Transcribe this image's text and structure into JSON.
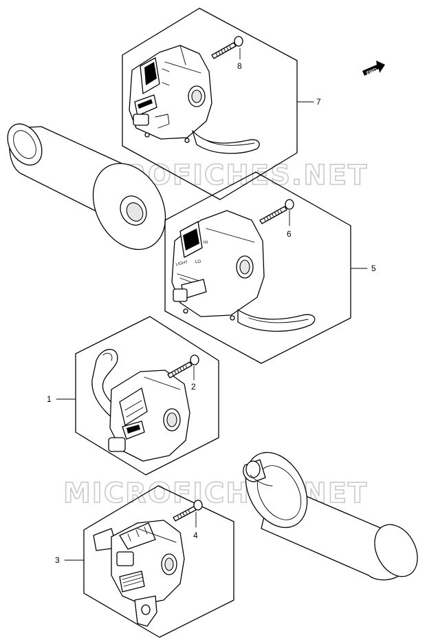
{
  "watermark": "MICROFICHES.NET",
  "fwd_label": "FWD",
  "callouts": {
    "c1": "1",
    "c2": "2",
    "c3": "3",
    "c4": "4",
    "c5": "5",
    "c6": "6",
    "c7": "7",
    "c8": "8"
  },
  "switch_marks": {
    "hi": "HI",
    "lo": "LO",
    "light": "LIGHT"
  },
  "colors": {
    "line": "#000000",
    "watermark": "#c9c9c9",
    "background": "#ffffff"
  }
}
